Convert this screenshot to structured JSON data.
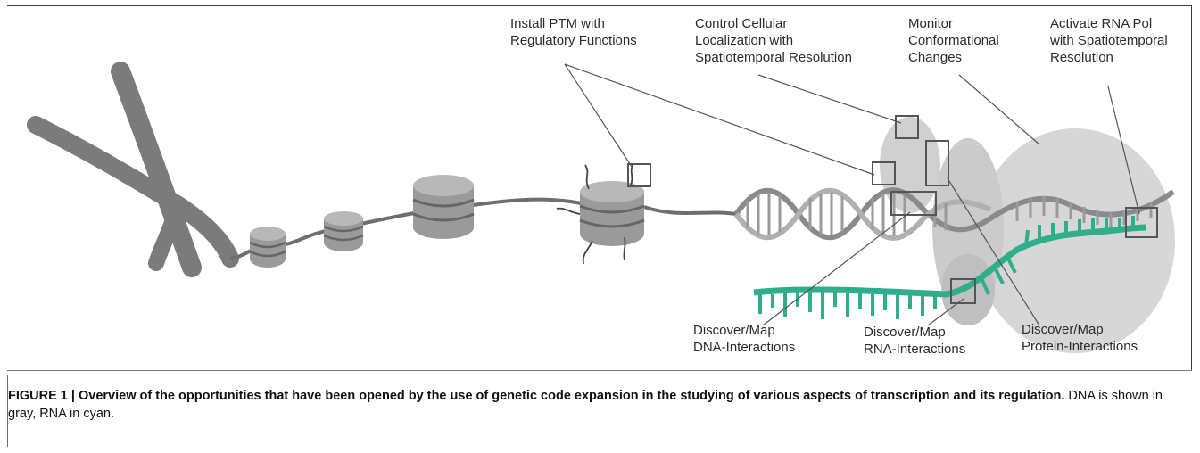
{
  "labels": {
    "install_ptm": [
      "Install PTM with",
      "Regulatory Functions"
    ],
    "control_localization": [
      "Control Cellular",
      "Localization with",
      "Spatiotemporal Resolution"
    ],
    "monitor_conformational": [
      "Monitor",
      "Conformational",
      "Changes"
    ],
    "activate_rna_pol": [
      "Activate RNA Pol",
      "with Spatiotemporal",
      "Resolution"
    ],
    "discover_dna": [
      "Discover/Map",
      "DNA-Interactions"
    ],
    "discover_rna": [
      "Discover/Map",
      "RNA-Interactions"
    ],
    "discover_protein": [
      "Discover/Map",
      "Protein-Interactions"
    ]
  },
  "caption": {
    "bold": "FIGURE 1 | Overview of the opportunities that have been opened by the use of genetic code expansion in the studying of various aspects of transcription and its regulation.",
    "normal": " DNA is shown in gray, RNA in cyan."
  },
  "colors": {
    "dna_gray": "#8a8a8a",
    "chromosome_gray": "#7b7b7b",
    "rna_cyan": "#2fae8c",
    "protein_gray": "#c9c9c9"
  }
}
